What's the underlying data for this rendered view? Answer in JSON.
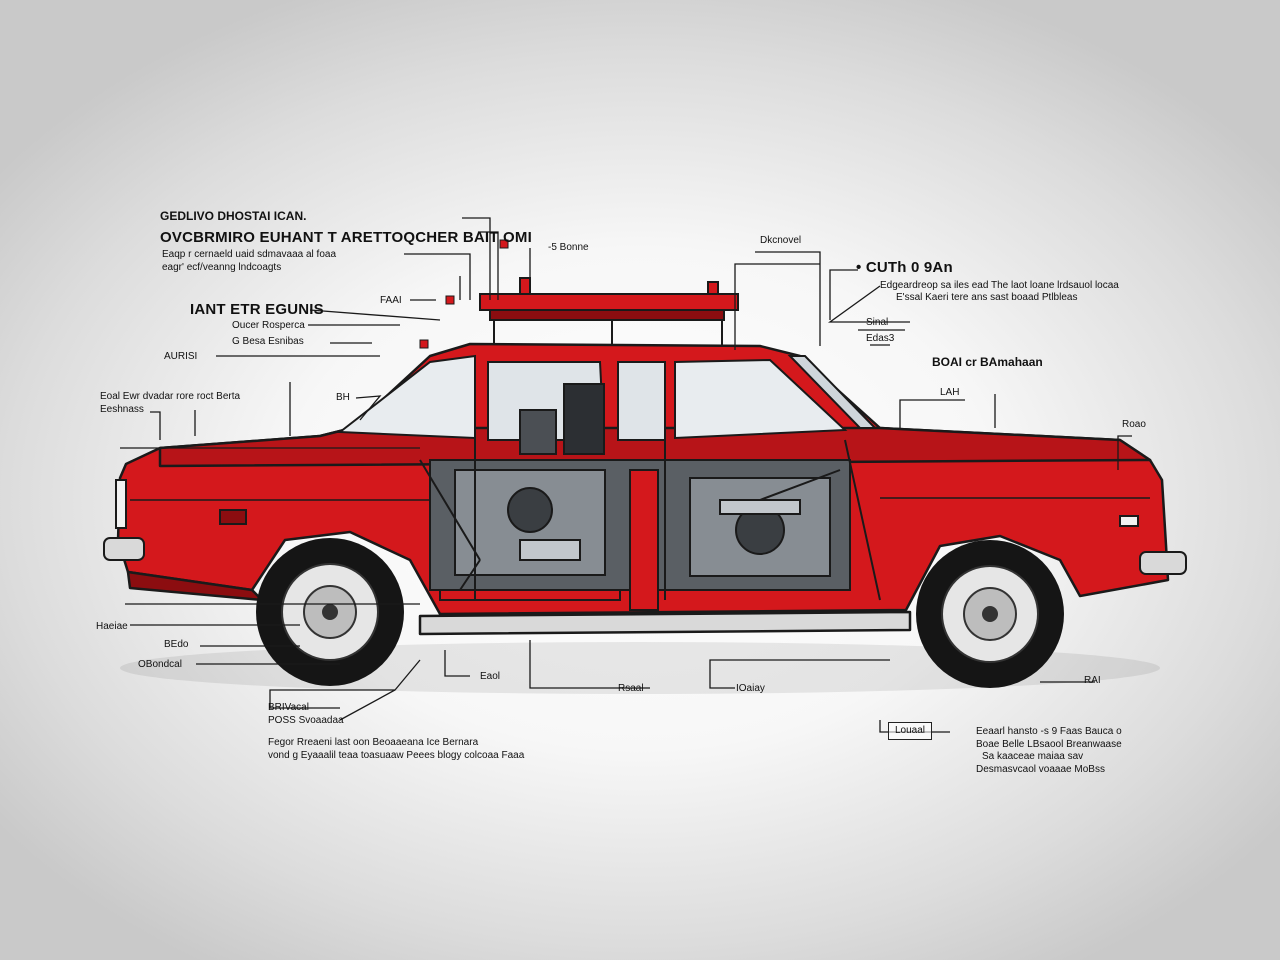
{
  "colors": {
    "body_red": "#d4181c",
    "dark_red": "#8c0d10",
    "chrome": "#d9d9d9",
    "line": "#1a1a1a",
    "background": "#f4f4f4"
  },
  "labels": {
    "header_title": "GEDLIVO DHOSTAI ICAN.",
    "header_main": "OVCBRMIRO EUHANT T ARETTOQCHER BAIT OMI",
    "header_sub1": "Eaqp r cernaeld uaid sdmavaaa al foaa",
    "header_sub2": "eagr' ecf/veanng lndcoagts",
    "top_mid_label": "-5 Bonne",
    "roof_label": "FAAI",
    "left_group_title": "IANT ETR EGUNIS",
    "left_group_sub1": "Oucer Rosperca",
    "left_group_sub2": "G Besa Esnibas",
    "left_label_ad": "AURISI",
    "left_front_line1": "Eoal Ewr dvadar rore roct Berta",
    "left_front_line2": "Eeshnass",
    "pillar_label": "BH",
    "top_right_label": "Dkcnovel",
    "right_title": "• CUTh 0 9An",
    "right_sub1": "Edgeardreop sa iles ead The laot loane lrdsauol locaa",
    "right_sub2": "E'ssal Kaeri tere ans sast boaad Ptlbleas",
    "right_small": "Sinal",
    "right_small2": "Edas3",
    "right_group_title": "BOAI cr BAmahaan",
    "right_mid_label": "LAH",
    "right_edge_label": "Roao",
    "left_wheel_label": "Haeiae",
    "left_low1": "BEdo",
    "left_low2": "OBondcal",
    "bottom_left_title": "BRIVacal",
    "bottom_left_sub": "POSS Svoaadaa",
    "under_label1": "Eaol",
    "under_label2": "Rsaal",
    "under_label3": "IOaiay",
    "rear_wheel_label": "RAI",
    "bottom_box": "Louaal",
    "bottom_left_para1": "Fegor Rreaeni last oon Beoaaeana Ice Bernara",
    "bottom_left_para2": "vond g Eyaaalil teaa toasuaaw Peees blogy colcoaa Faaa",
    "bottom_right_para1": "Eeaarl hansto -s 9 Faas Bauca o",
    "bottom_right_para2": "Boae Belle LBsaool Breanwaase",
    "bottom_right_para3": "Sa kaaceae maiaa sav",
    "bottom_right_para4": "Desmasvcaol voaaae MoBss"
  }
}
